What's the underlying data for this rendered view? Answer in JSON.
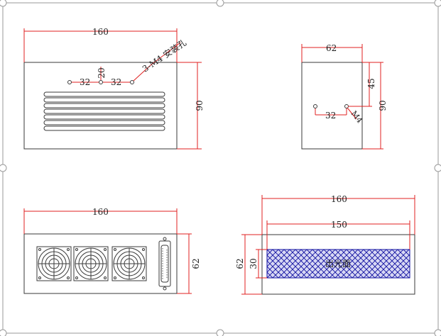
{
  "colors": {
    "outline": "#3a3a3a",
    "dimension": "#e02020",
    "hatch": "#1010a0",
    "hatch_fill": "#d8d8f4",
    "border": "#9a9a9a"
  },
  "views": {
    "top_view": {
      "width_label": "160",
      "height_label": "90",
      "hole_spacing_1": "32",
      "hole_spacing_2": "32",
      "hole_offset": "20",
      "hole_note": "3-M4 安装孔",
      "vent_slots": 7
    },
    "side_view": {
      "width_label": "62",
      "height_label": "90",
      "hole_offset": "45",
      "hole_spacing": "32",
      "hole_note": "M4"
    },
    "rear_view": {
      "width_label": "160",
      "height_label": "62",
      "fans": 3,
      "connector": "db25-connector"
    },
    "front_view": {
      "outer_width_label": "160",
      "inner_width_label": "150",
      "height_label": "62",
      "aperture_height_label": "30",
      "aperture_label": "出光面"
    }
  }
}
